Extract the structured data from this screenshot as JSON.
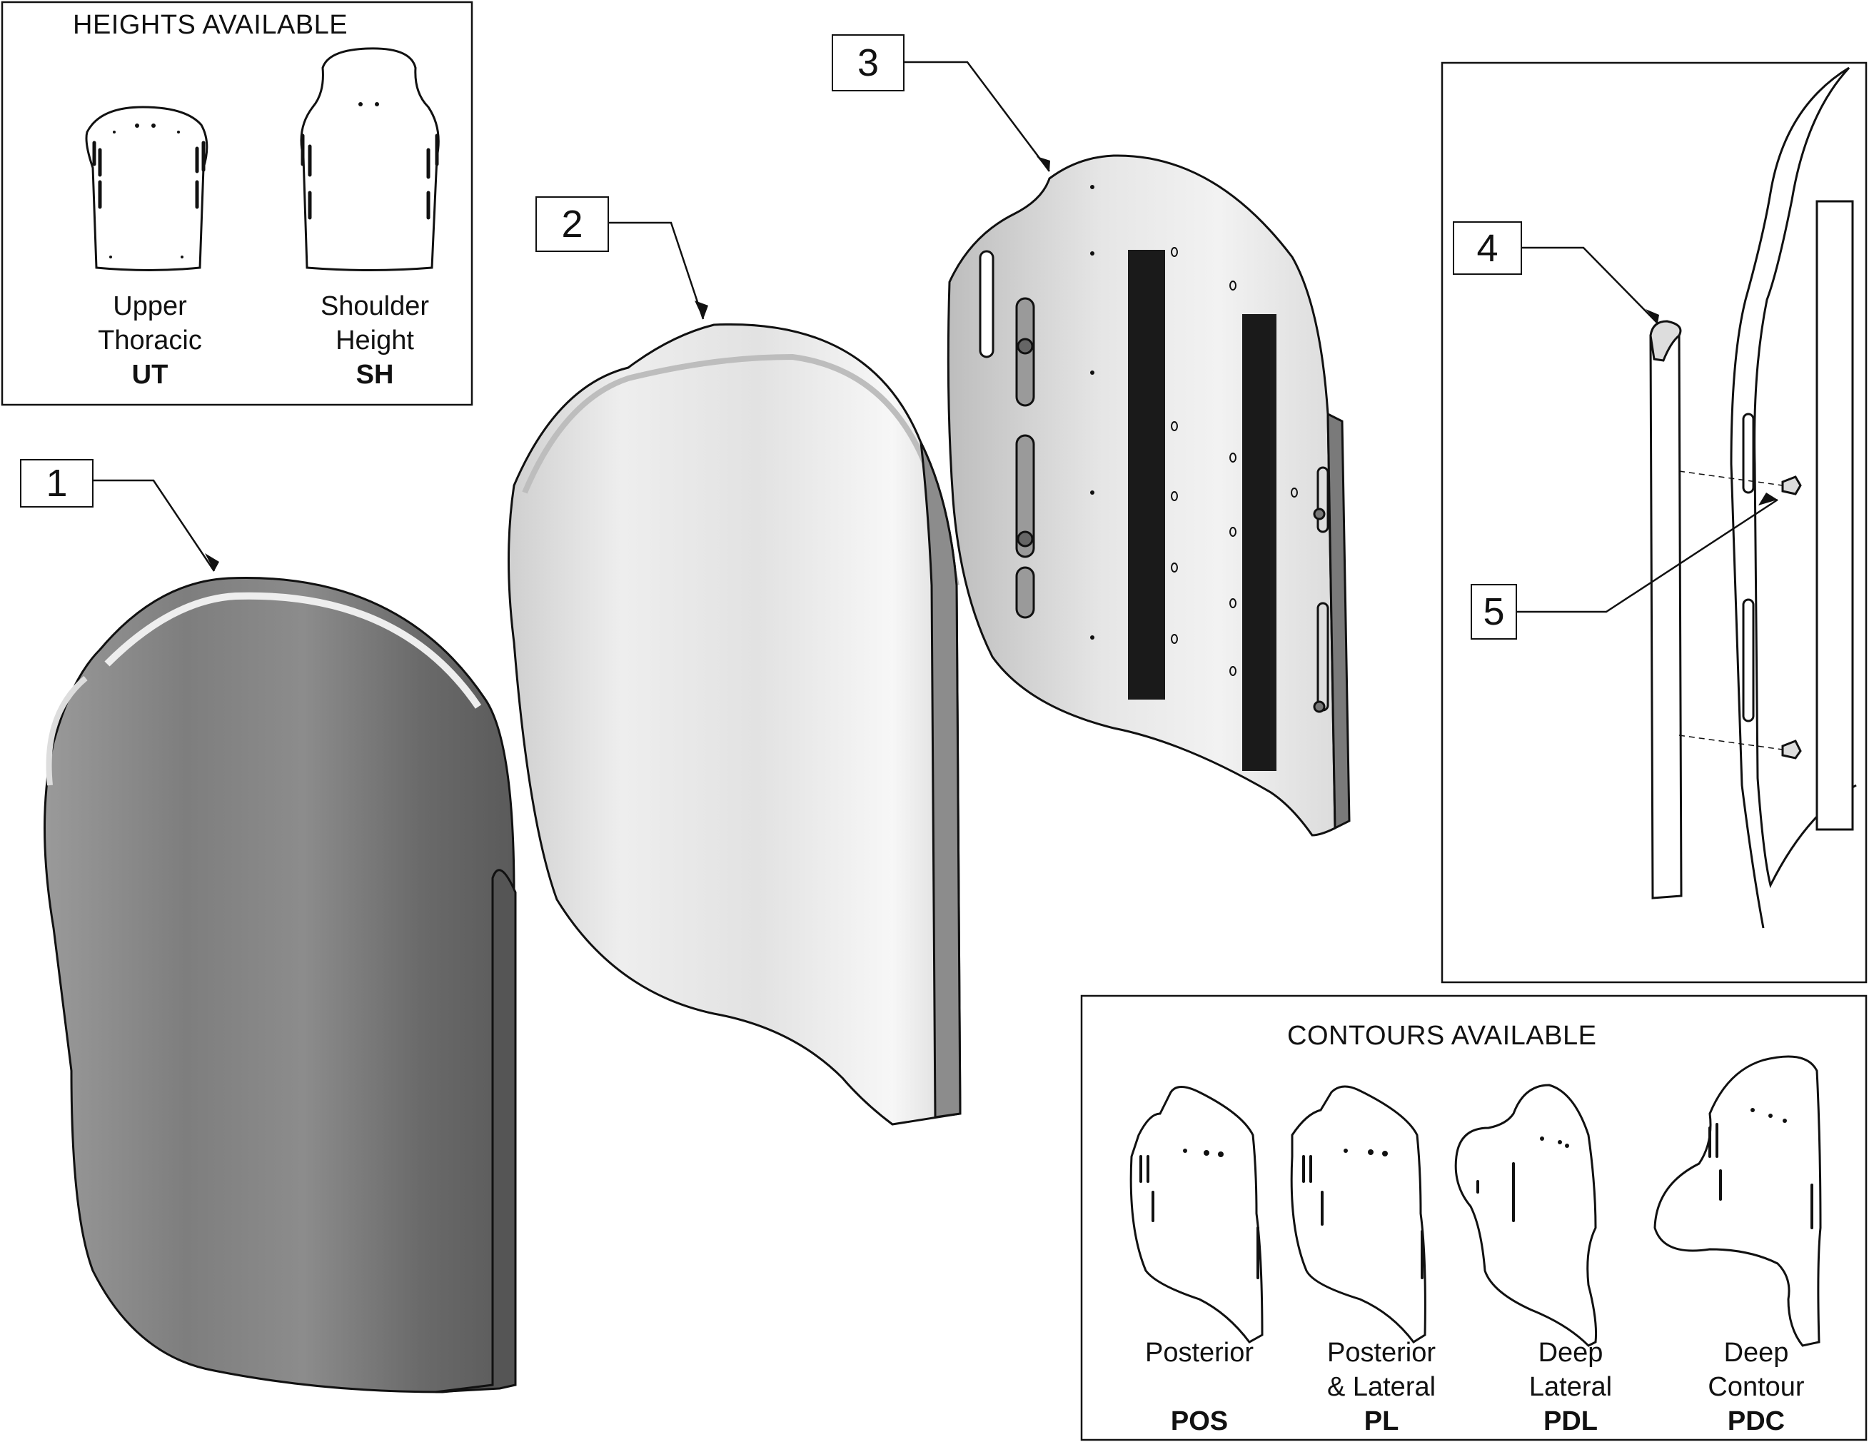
{
  "callouts": [
    "1",
    "2",
    "3",
    "4",
    "5"
  ],
  "heights_inset": {
    "title": "HEIGHTS AVAILABLE",
    "options": [
      {
        "line1": "Upper",
        "line2": "Thoracic",
        "code": "UT",
        "shape": "upper-thoracic-back"
      },
      {
        "line1": "Shoulder",
        "line2": "Height",
        "code": "SH",
        "shape": "shoulder-height-back"
      }
    ]
  },
  "contours_inset": {
    "title": "CONTOURS AVAILABLE",
    "options": [
      {
        "line1": "Posterior",
        "line2": "",
        "code": "POS",
        "shape": "posterior-contour"
      },
      {
        "line1": "Posterior",
        "line2": "& Lateral",
        "code": "PL",
        "shape": "posterior-lateral-contour"
      },
      {
        "line1": "Deep",
        "line2": "Lateral",
        "code": "PDL",
        "shape": "deep-lateral-contour"
      },
      {
        "line1": "Deep",
        "line2": "Contour",
        "code": "PDC",
        "shape": "deep-contour"
      }
    ]
  },
  "parts": [
    "back-cover",
    "foam-cushion",
    "back-shell",
    "mounting-rail",
    "mounting-screw"
  ],
  "colors": {
    "line": "#111111",
    "cover_dark": "#6f6f6f",
    "cover_mid": "#8e8e8e",
    "foam_light": "#e4e4e4",
    "shell_grey": "#c9c9c9",
    "strip": "#1a1a1a"
  }
}
